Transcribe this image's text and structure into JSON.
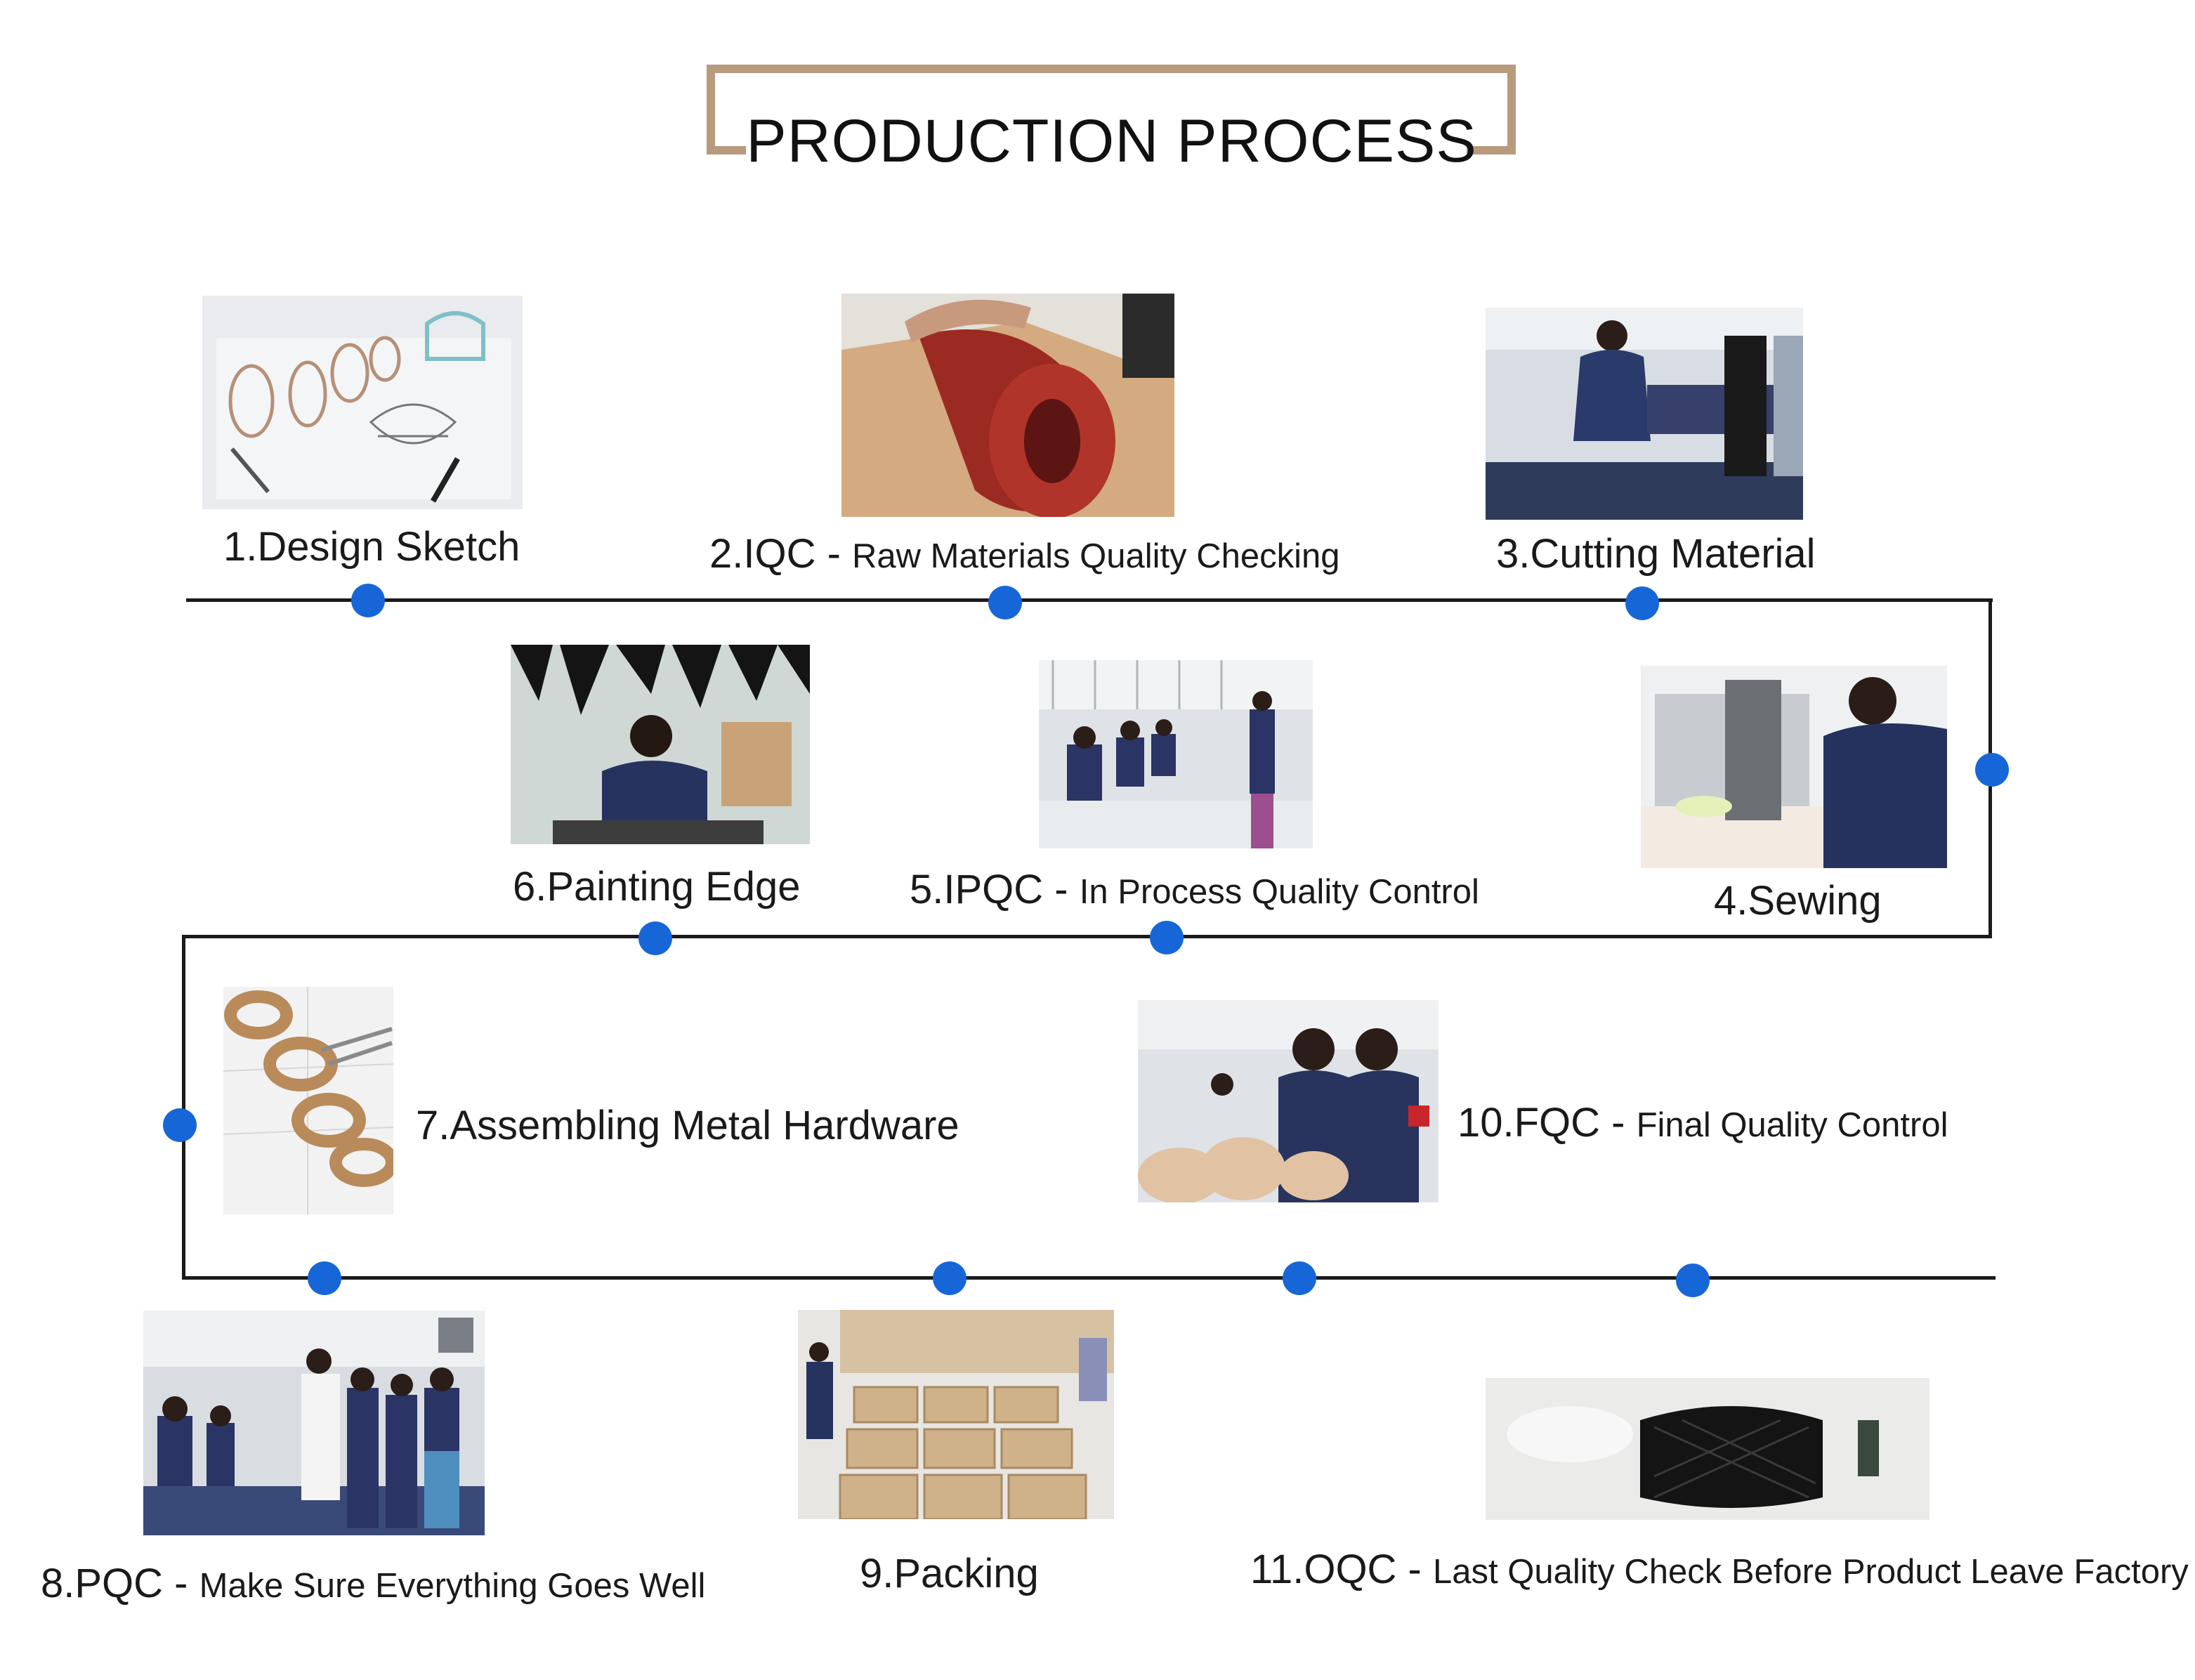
{
  "title": "PRODUCTION PROCESS",
  "colors": {
    "accent_dot": "#1766d8",
    "frame": "#b89a7c",
    "line": "#1b1b1b"
  },
  "steps": [
    {
      "num": "1.Design Sketch",
      "sep": "",
      "desc": "",
      "photo": "design-sketch-photo"
    },
    {
      "num": "2.IQC",
      "sep": " - ",
      "desc": "Raw Materials Quality Checking",
      "photo": "raw-leather-photo"
    },
    {
      "num": "3.Cutting Material",
      "sep": "",
      "desc": "",
      "photo": "cutting-worker-photo"
    },
    {
      "num": "4.Sewing",
      "sep": "",
      "desc": "",
      "photo": "sewing-machine-photo"
    },
    {
      "num": "5.IPQC",
      "sep": " - ",
      "desc": "In Process Quality Control",
      "photo": "production-line-photo"
    },
    {
      "num": "6.Painting Edge",
      "sep": "",
      "desc": "",
      "photo": "painting-edge-photo"
    },
    {
      "num": "7.Assembling Metal Hardware",
      "sep": "",
      "desc": "",
      "photo": "metal-chain-photo"
    },
    {
      "num": "8.PQC",
      "sep": " - ",
      "desc": "Make Sure Everything Goes Well",
      "photo": "pqc-team-photo"
    },
    {
      "num": "9.Packing",
      "sep": "",
      "desc": "",
      "photo": "packing-boxes-photo"
    },
    {
      "num": "10.FQC",
      "sep": " - ",
      "desc": "Final Quality Control",
      "photo": "final-check-photo"
    },
    {
      "num": "11.OQC",
      "sep": " - ",
      "desc": "Last Quality Check Before Product Leave Factory",
      "photo": "black-bag-photo"
    }
  ]
}
